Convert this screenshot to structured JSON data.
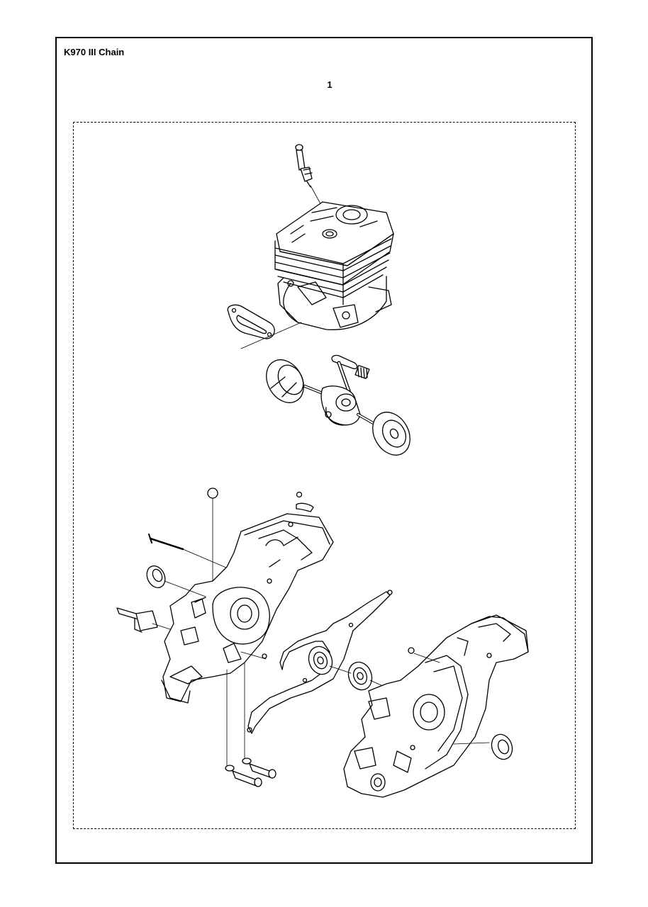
{
  "header": {
    "model_title": "K970 III Chain",
    "page_number": "1"
  },
  "diagram": {
    "parts": [
      "spark-plug",
      "cylinder",
      "cylinder-gasket",
      "crankshaft",
      "crankshaft-bearing",
      "crankcase-half-left",
      "crankcase-half-right",
      "crankcase-gasket",
      "ball-bearing",
      "seal-ring",
      "screw"
    ]
  }
}
